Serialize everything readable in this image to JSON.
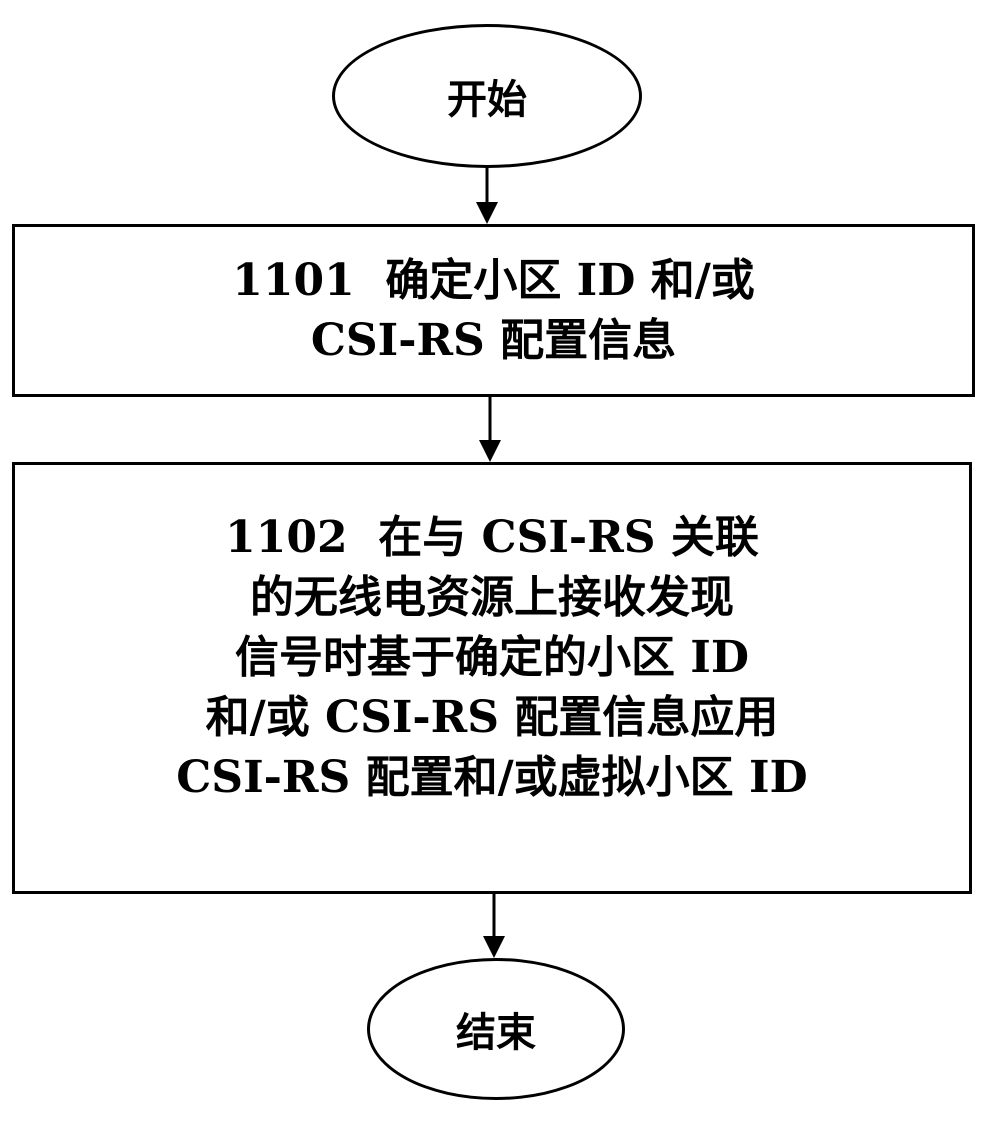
{
  "flowchart": {
    "start": {
      "label": "开始"
    },
    "steps": [
      {
        "id": "1101",
        "lines": [
          "1101  确定小区 ID 和/或",
          "CSI-RS 配置信息"
        ]
      },
      {
        "id": "1102",
        "lines": [
          "1102  在与 CSI-RS 关联",
          "的无线电资源上接收发现",
          "信号时基于确定的小区 ID",
          "和/或 CSI-RS 配置信息应用",
          "CSI-RS 配置和/或虚拟小区 ID"
        ]
      }
    ],
    "end": {
      "label": "结束"
    }
  },
  "colors": {
    "stroke": "#000000",
    "background": "#ffffff"
  }
}
